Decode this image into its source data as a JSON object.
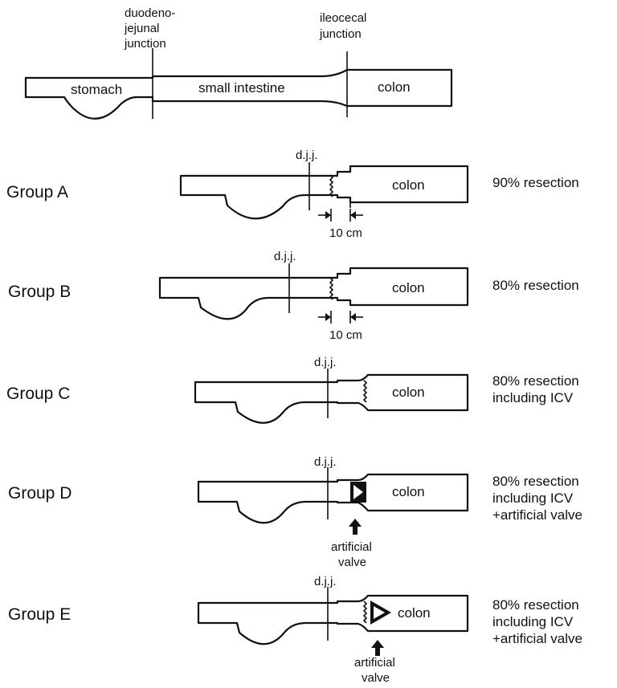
{
  "labels": {
    "dj_line1": "duodeno-",
    "dj_line2": "jejunal",
    "dj_line3": "junction",
    "ic_line1": "ileocecal",
    "ic_line2": "junction",
    "stomach": "stomach",
    "small_intestine": "small intestine",
    "colon": "colon",
    "djj": "d.j.j.",
    "ten_cm": "10 cm",
    "artificial": "artificial",
    "valve": "valve"
  },
  "groups": [
    {
      "label": "Group A",
      "resection": [
        "90% resection"
      ]
    },
    {
      "label": "Group B",
      "resection": [
        "80% resection"
      ]
    },
    {
      "label": "Group C",
      "resection": [
        "80% resection",
        "including ICV"
      ]
    },
    {
      "label": "Group D",
      "resection": [
        "80% resection",
        "including ICV",
        "+artificial valve"
      ]
    },
    {
      "label": "Group E",
      "resection": [
        "80% resection",
        "including ICV",
        "+artificial valve"
      ]
    }
  ]
}
